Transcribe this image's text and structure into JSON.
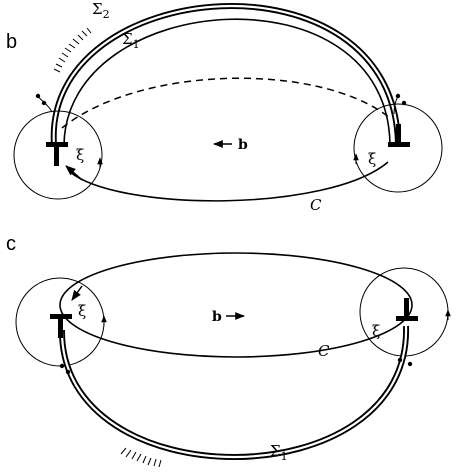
{
  "panels": [
    {
      "label": "b",
      "sigma_upper": "Σ",
      "sigma_upper_sub": "2",
      "sigma_lower": "Σ",
      "sigma_lower_sub": "1",
      "burgers_vector": "b",
      "contour": "C",
      "loop_left": "ξ",
      "loop_right": "ξ"
    },
    {
      "label": "c",
      "sigma": "Σ",
      "sigma_sub": "1",
      "burgers_vector": "b",
      "contour": "C",
      "loop_left": "ξ",
      "loop_right": "ξ"
    }
  ],
  "colors": {
    "ink": "#000000",
    "paper": "#ffffff"
  }
}
